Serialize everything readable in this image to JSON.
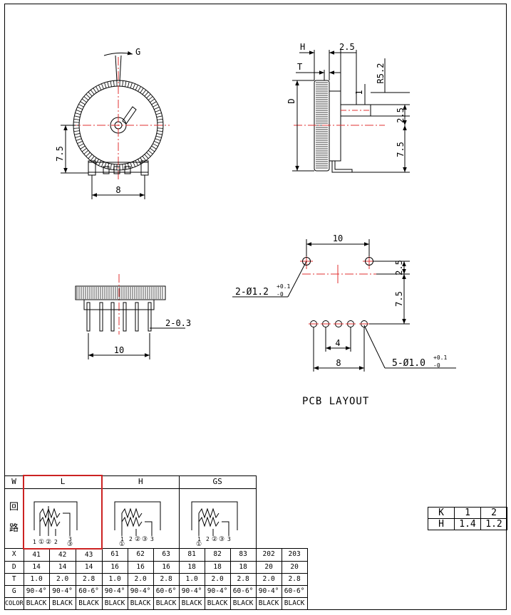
{
  "dims": {
    "G": "G",
    "H": "H",
    "T": "T",
    "D": "D",
    "d2_5a": "2.5",
    "r5_2": "R5.2",
    "one": "1",
    "d2_5b": "2.5",
    "d7_5a": "7.5",
    "d7_5b": "7.5",
    "d8a": "8",
    "d10a": "10",
    "pin_w": "2-0.3",
    "d10b": "10",
    "d2_5c": "2.5",
    "d7_5c": "7.5",
    "d4": "4",
    "d8b": "8",
    "hole_big_pre": "2-Ø1.2",
    "hole_big_tol": "+0.1",
    "hole_big_tol2": "-0",
    "hole_small_pre": "5-Ø1.0",
    "hole_small_tol": "+0.1",
    "hole_small_tol2": "-0"
  },
  "pcb_layout_label": "PCB LAYOUT",
  "spec": {
    "w_label": "W",
    "side_chars": [
      "回",
      "路"
    ],
    "groups": [
      "L",
      "H",
      "GS"
    ],
    "pin_labels": {
      "L": [
        "1",
        "①",
        "②",
        "2",
        "3",
        "③"
      ],
      "H": [
        "1",
        "2",
        "②",
        "③",
        "3",
        "①"
      ],
      "GS": [
        "1",
        "2",
        "②",
        "③",
        "3",
        "①"
      ]
    },
    "rows": [
      {
        "label": "X",
        "values": [
          "41",
          "42",
          "43",
          "61",
          "62",
          "63",
          "81",
          "82",
          "83",
          "202",
          "203"
        ]
      },
      {
        "label": "D",
        "values": [
          "14",
          "14",
          "14",
          "16",
          "16",
          "16",
          "18",
          "18",
          "18",
          "20",
          "20"
        ]
      },
      {
        "label": "T",
        "values": [
          "1.0",
          "2.0",
          "2.8",
          "1.0",
          "2.0",
          "2.8",
          "1.0",
          "2.0",
          "2.8",
          "2.0",
          "2.8"
        ]
      },
      {
        "label": "G",
        "values": [
          "90-4°",
          "90-4°",
          "60-6°",
          "90-4°",
          "90-4°",
          "60-6°",
          "90-4°",
          "90-4°",
          "60-6°",
          "90-4°",
          "60-6°"
        ]
      },
      {
        "label": "COLOR",
        "values": [
          "BLACK",
          "BLACK",
          "BLACK",
          "BLACK",
          "BLACK",
          "BLACK",
          "BLACK",
          "BLACK",
          "BLACK",
          "BLACK",
          "BLACK"
        ]
      }
    ]
  },
  "kh": {
    "row1": [
      "K",
      "1",
      "2"
    ],
    "row2": [
      "H",
      "1.4",
      "1.2"
    ]
  },
  "colors": {
    "center_line": "#e03030",
    "highlight_box": "#cc2222",
    "line": "#000000"
  }
}
